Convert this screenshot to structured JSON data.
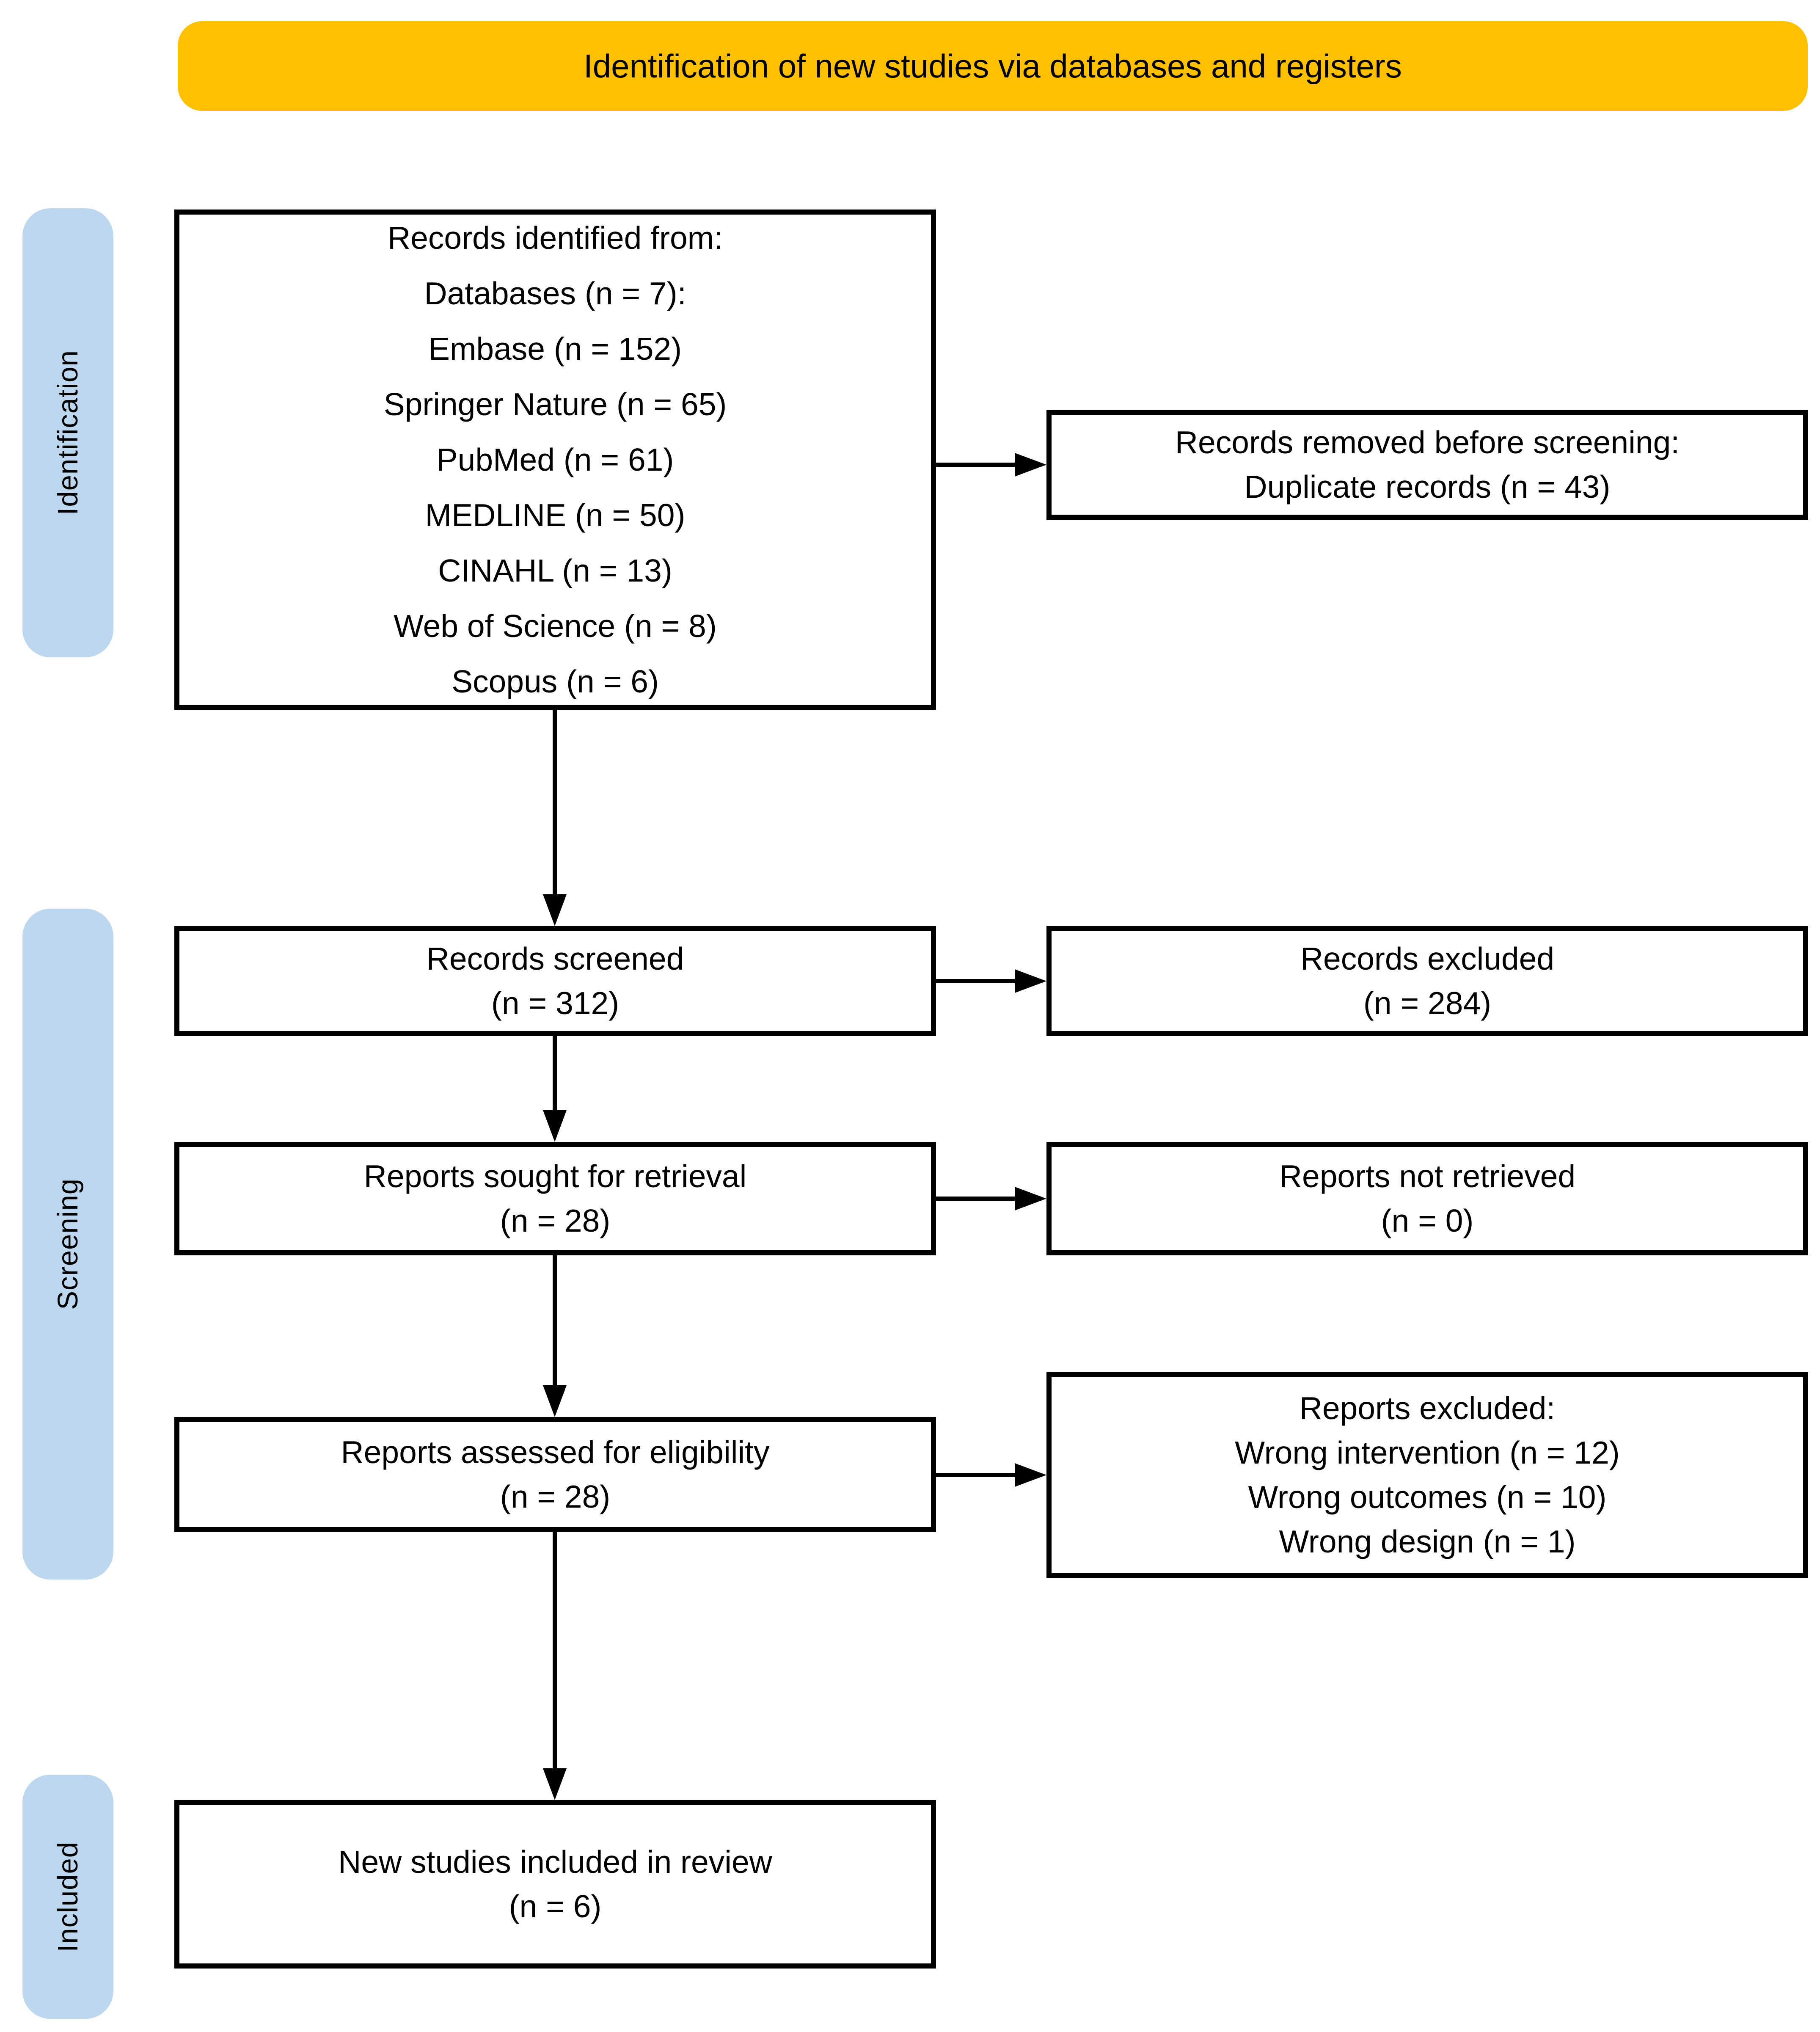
{
  "banner": {
    "title": "Identification of new studies via databases and registers"
  },
  "sidebar": {
    "stages": [
      {
        "label": "Identification"
      },
      {
        "label": "Screening"
      },
      {
        "label": "Included"
      }
    ]
  },
  "boxes": {
    "identified": {
      "lines": [
        "Records identified from:",
        "Databases (n = 7):",
        "Embase (n = 152)",
        "Springer Nature (n = 65)",
        "PubMed (n = 61)",
        "MEDLINE (n = 50)",
        "CINAHL (n = 13)",
        "Web of Science (n = 8)",
        "Scopus (n = 6)"
      ]
    },
    "removed": {
      "lines": [
        "Records removed before screening:",
        "Duplicate records (n = 43)"
      ]
    },
    "screened": {
      "lines": [
        "Records screened",
        "(n = 312)"
      ]
    },
    "excluded": {
      "lines": [
        "Records excluded",
        "(n = 284)"
      ]
    },
    "sought": {
      "lines": [
        "Reports sought for retrieval",
        "(n = 28)"
      ]
    },
    "not_retrieved": {
      "lines": [
        "Reports not retrieved",
        "(n = 0)"
      ]
    },
    "assessed": {
      "lines": [
        "Reports assessed for eligibility",
        "(n = 28)"
      ]
    },
    "reports_excluded": {
      "lines": [
        "Reports excluded:",
        "Wrong intervention (n = 12)",
        "Wrong outcomes (n = 10)",
        "Wrong design (n = 1)"
      ]
    },
    "included_review": {
      "lines": [
        "New studies included in review",
        "(n = 6)"
      ]
    }
  },
  "colors": {
    "banner_bg": "#FFC000",
    "stage_bg": "#BDD7EE",
    "line_color": "#000000"
  }
}
